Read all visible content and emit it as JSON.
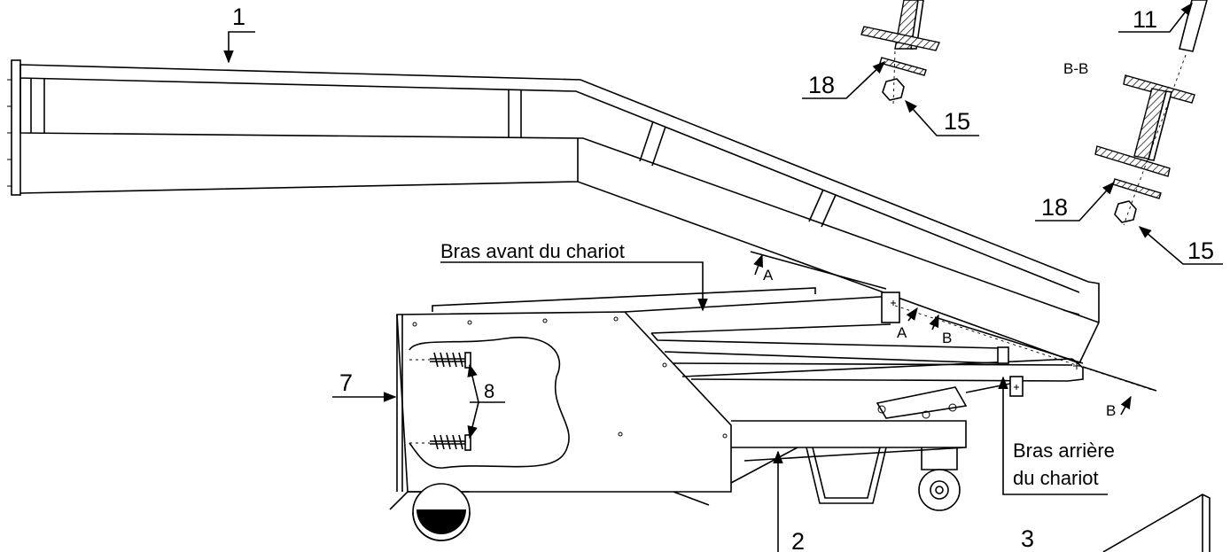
{
  "labels": {
    "bras_avant": "Bras avant du chariot",
    "bras_arriere_line1": "Bras arrière",
    "bras_arriere_line2": "du chariot",
    "section_bb": "B-B"
  },
  "callouts": {
    "c1": "1",
    "c2": "2",
    "c3": "3",
    "c7": "7",
    "c8": "8",
    "c11": "11",
    "c15a": "15",
    "c15b": "15",
    "c18a": "18",
    "c18b": "18"
  },
  "section_markers": {
    "a_top": "A",
    "a_bottom": "A",
    "b_mid": "B",
    "b_right": "B"
  },
  "colors": {
    "line": "#000000",
    "background": "#ffffff"
  }
}
